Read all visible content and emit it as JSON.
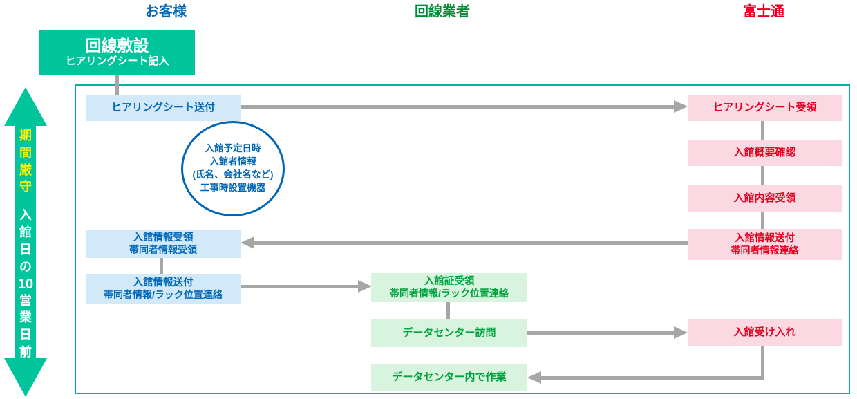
{
  "headers": {
    "customer": "お客様",
    "carrier": "回線業者",
    "fujitsu": "富士通"
  },
  "start_box": {
    "title": "回線敷設",
    "subtitle": "ヒアリングシート記入"
  },
  "timeline": {
    "strict_label": "期間厳守",
    "before_line1": "入館日の",
    "number": "10",
    "before_line2": "営業日前"
  },
  "customer": {
    "hearing_send": "ヒアリングシート送付",
    "info_receive_l1": "入館情報受領",
    "info_receive_l2": "帯同者情報受領",
    "info_send_l1": "入館情報送付",
    "info_send_l2": "帯同者情報/ラック位置連絡"
  },
  "note_circle": {
    "line1": "入館予定日時",
    "line2": "入館者情報",
    "line3": "(氏名、会社名など)",
    "line4": "工事時設置機器"
  },
  "carrier": {
    "pass_receive_l1": "入館証受領",
    "pass_receive_l2": "帯同者情報/ラック位置連絡",
    "dc_visit": "データセンター訪問",
    "dc_work": "データセンター内で作業"
  },
  "fujitsu": {
    "hearing_receive": "ヒアリングシート受領",
    "overview_check": "入館概要確認",
    "content_receive": "入館内容受領",
    "info_send_l1": "入館情報送付",
    "info_send_l2": "帯同者情報連絡",
    "accept": "入館受け入れ"
  },
  "colors": {
    "teal": "#00c49c",
    "teal-border": "#00b39b",
    "yellow": "#fff100",
    "blue-text": "#0067b7",
    "blue-bg": "#d2e9fa",
    "green-text": "#00a23e",
    "green-bg": "#d9f4de",
    "header-green": "#008d36",
    "red-text": "#e60020",
    "pink-bg": "#fbd9e2",
    "gray": "#a6a6a6"
  }
}
